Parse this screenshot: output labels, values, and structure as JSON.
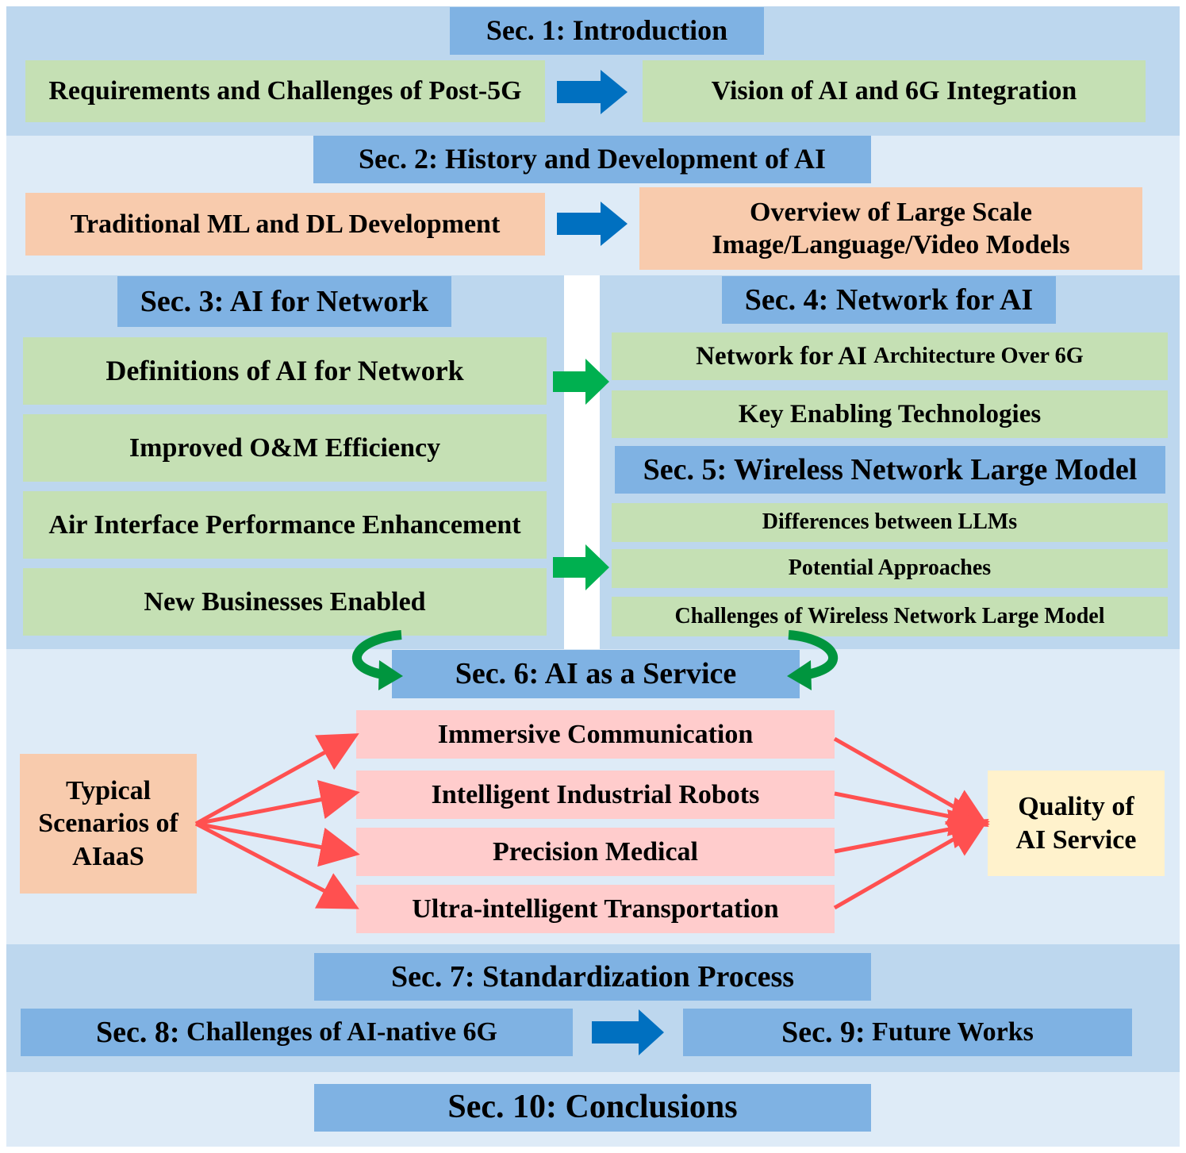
{
  "sec1": {
    "title": "Sec. 1: Introduction",
    "left": "Requirements and Challenges of Post-5G",
    "right": "Vision of AI and 6G Integration"
  },
  "sec2": {
    "title": "Sec. 2: History and Development of AI",
    "left": "Traditional ML and DL Development",
    "right_line1": "Overview of Large Scale",
    "right_line2": "Image/Language/Video Models"
  },
  "sec3": {
    "title": "Sec. 3: AI for Network",
    "items": [
      "Definitions of AI for Network",
      "Improved O&M Efficiency",
      "Air Interface Performance Enhancement",
      "New Businesses Enabled"
    ]
  },
  "sec4": {
    "title": "Sec. 4: Network for AI",
    "item1_main": "Network for AI",
    "item1_small": "Architecture Over 6G",
    "item2": "Key Enabling Technologies"
  },
  "sec5": {
    "title": "Sec. 5: Wireless Network Large Model",
    "items": [
      "Differences between LLMs",
      "Potential Approaches",
      "Challenges of Wireless Network Large Model"
    ]
  },
  "sec6": {
    "title": "Sec. 6: AI as a Service",
    "source_line1": "Typical",
    "source_line2": "Scenarios of",
    "source_line3": "AIaaS",
    "scenarios": [
      "Immersive Communication",
      "Intelligent Industrial Robots",
      "Precision Medical",
      "Ultra-intelligent Transportation"
    ],
    "target_line1": "Quality of",
    "target_line2": "AI Service"
  },
  "sec7": {
    "title": "Sec. 7: Standardization Process"
  },
  "sec8": {
    "prefix": "Sec. 8:",
    "title": "Challenges of AI-native 6G"
  },
  "sec9": {
    "prefix": "Sec. 9:",
    "title": "Future Works"
  },
  "sec10": {
    "title": "Sec. 10: Conclusions"
  },
  "colors": {
    "band_dark": "#bdd7ee",
    "band_light": "#deebf7",
    "header": "#7fb2e3",
    "green_box": "#c5e0b4",
    "orange_box": "#f8cbad",
    "pink_box": "#ffcccc",
    "cream_box": "#fff2cc",
    "blue_arrow": "#0070c0",
    "green_arrow": "#00b050",
    "curved_arrow": "#00953e",
    "red_arrow": "#ff5050"
  }
}
